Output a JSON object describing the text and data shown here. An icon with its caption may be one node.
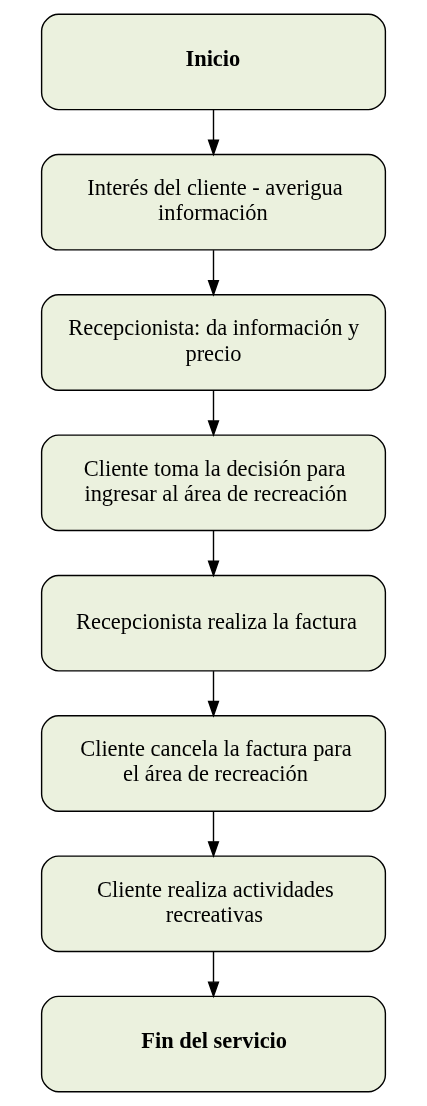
{
  "diagram": {
    "nodes": [
      {
        "text": [
          "Inicio"
        ]
      },
      {
        "text": [
          "Interés del cliente - averigua información"
        ]
      },
      {
        "text": [
          "Recepcionista: da información y precio"
        ]
      },
      {
        "text": [
          "Cliente toma la decisión para ingresar al área de recreación"
        ]
      },
      {
        "text": [
          "Recepcionista realiza la factura"
        ]
      },
      {
        "text": [
          "Cliente cancela la factura para el área de recreación"
        ]
      },
      {
        "text": [
          "Cliente realiza actividades recreativas"
        ]
      },
      {
        "text": [
          "Fin del servicio"
        ]
      }
    ],
    "edges": [
      {
        "from": 0,
        "to": 1,
        "arrow": "to"
      },
      {
        "from": 1,
        "to": 2,
        "arrow": "to"
      },
      {
        "from": 2,
        "to": 3,
        "arrow": "to"
      },
      {
        "from": 3,
        "to": 4,
        "arrow": "to"
      },
      {
        "from": 4,
        "to": 5,
        "arrow": "to"
      },
      {
        "from": 5,
        "to": 6,
        "arrow": "to"
      },
      {
        "from": 6,
        "to": 7,
        "arrow": "to"
      }
    ]
  }
}
